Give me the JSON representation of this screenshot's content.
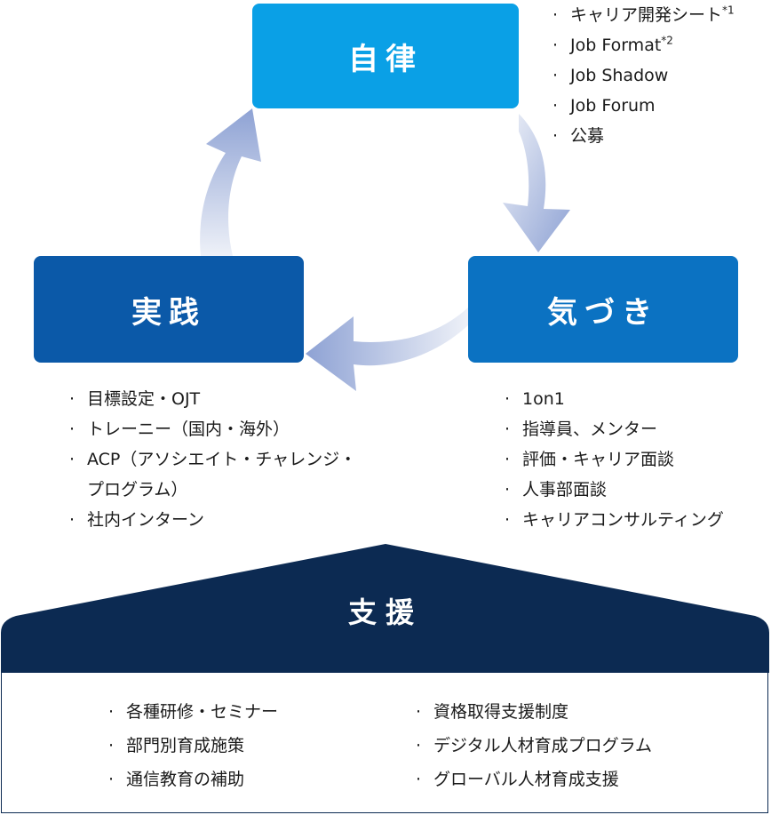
{
  "cycle": {
    "jiritsu": {
      "title": "自律",
      "items": [
        {
          "text": "キャリア開発シート",
          "note": "*1"
        },
        {
          "text": "Job Format",
          "note": "*2"
        },
        {
          "text": "Job Shadow"
        },
        {
          "text": "Job Forum"
        },
        {
          "text": "公募"
        }
      ]
    },
    "kizuki": {
      "title": "気づき",
      "items": [
        {
          "text": "1on1"
        },
        {
          "text": "指導員、メンター"
        },
        {
          "text": "評価・キャリア面談"
        },
        {
          "text": "人事部面談"
        },
        {
          "text": "キャリアコンサルティング"
        }
      ]
    },
    "jissen": {
      "title": "実践",
      "items": [
        {
          "text": "目標設定・OJT"
        },
        {
          "text": "トレーニー（国内・海外）"
        },
        {
          "text": "ACP（アソシエイト・チャレンジ・"
        },
        {
          "text": "プログラム）"
        },
        {
          "text": "社内インターン"
        }
      ]
    }
  },
  "support": {
    "title": "支援",
    "left_items": [
      "各種研修・セミナー",
      "部門別育成施策",
      "通信教育の補助"
    ],
    "right_items": [
      "資格取得支援制度",
      "デジタル人材育成プログラム",
      "グローバル人材育成支援"
    ]
  },
  "colors": {
    "jiritsu": "#0aa0e6",
    "kizuki": "#0b72c2",
    "jissen": "#0b59a8",
    "support": "#0c2a52",
    "arrow_light": "#e8ecf6",
    "arrow_dark": "#8ea2d4"
  }
}
